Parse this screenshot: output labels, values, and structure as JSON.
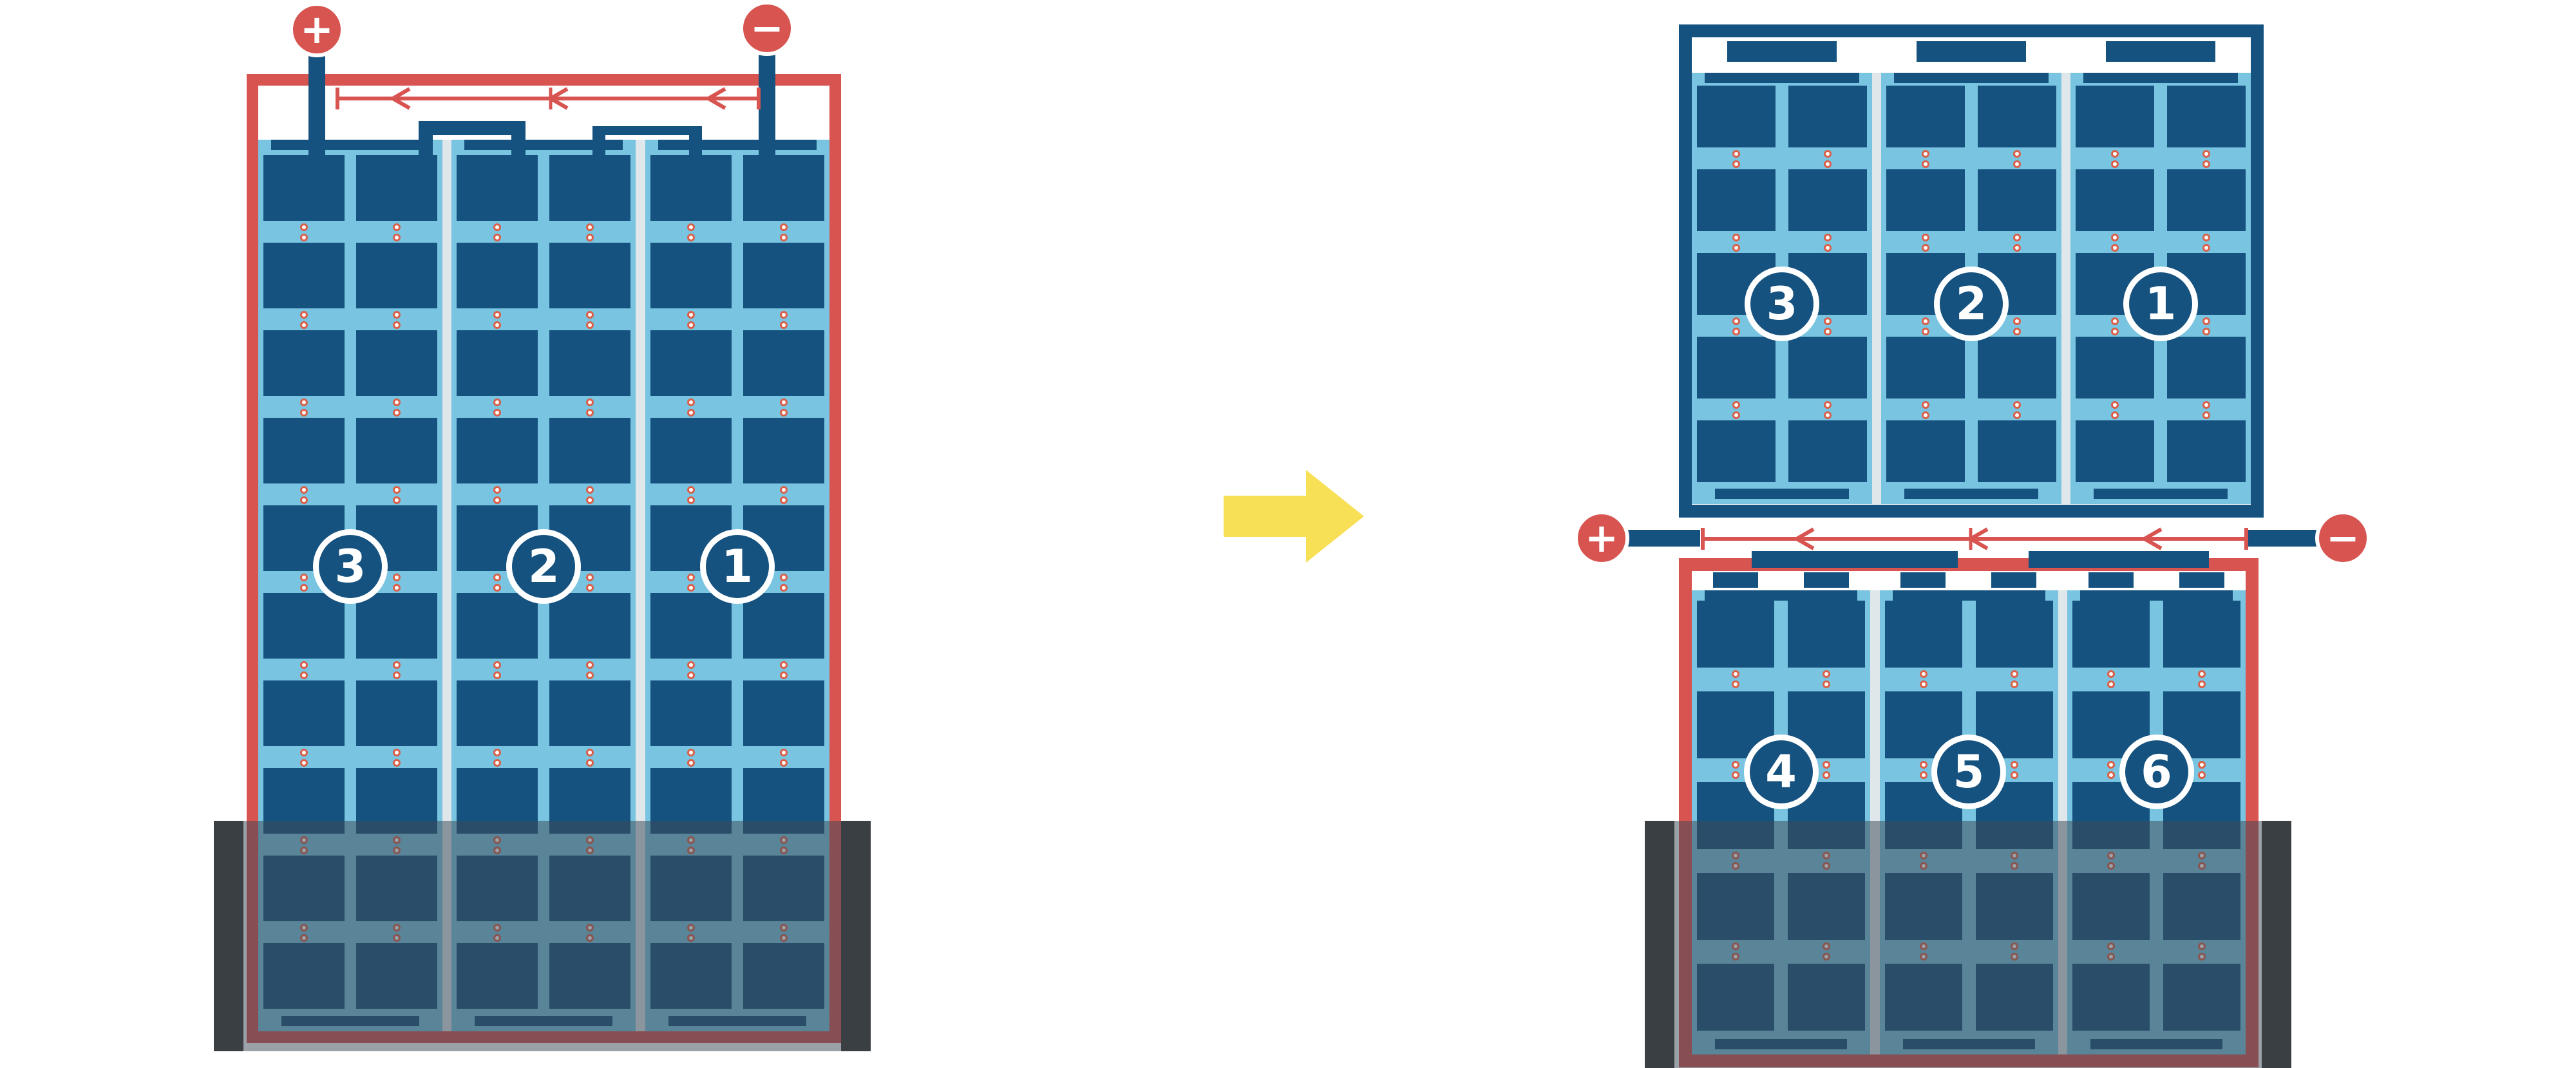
{
  "terminals": {
    "plus": "+",
    "minus": "−"
  },
  "panels": {
    "left": {
      "labels": [
        "3",
        "2",
        "1"
      ]
    },
    "right_top": {
      "labels": [
        "3",
        "2",
        "1"
      ]
    },
    "right_bottom": {
      "labels": [
        "4",
        "5",
        "6"
      ]
    }
  },
  "colors": {
    "red": "#d85450",
    "navy": "#15527f",
    "lightblue": "#79c4e0",
    "divider": "#dfe7ea",
    "yellow": "#f7df56",
    "dotring": "#d9604a",
    "shade": "rgba(62,74,86,0.52)",
    "bar": "#3a3f44"
  }
}
